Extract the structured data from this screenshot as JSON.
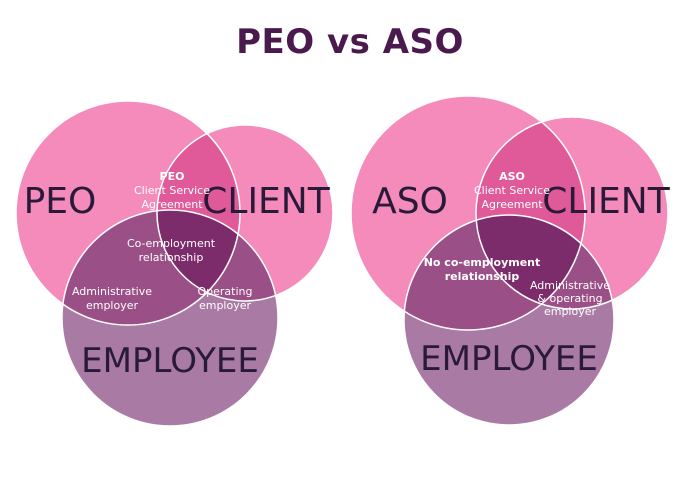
{
  "title": "PEO vs ASO",
  "colors": {
    "title": "#4a1a4e",
    "top_circle": "#f48bbb",
    "bottom_circle": "#a97aa4",
    "top_overlap": "#e05a9a",
    "side_overlap": "#9a4f86",
    "center_overlap": "#7c2c6a"
  },
  "left_diagram": {
    "left_circle_label": "PEO",
    "right_circle_label": "CLIENT",
    "bottom_circle_label": "EMPLOYEE",
    "top_overlap": [
      "PEO",
      "Client Service",
      "Agreement"
    ],
    "center_overlap": [
      "Co-employment",
      "relationship"
    ],
    "left_overlap": [
      "Administrative",
      "employer"
    ],
    "right_overlap": [
      "Operating",
      "employer"
    ]
  },
  "right_diagram": {
    "left_circle_label": "ASO",
    "right_circle_label": "CLIENT",
    "bottom_circle_label": "EMPLOYEE",
    "top_overlap": [
      "ASO",
      "Client Service",
      "Agreement"
    ],
    "center_overlap": [
      "No co-employment",
      "relationship"
    ],
    "right_overlap": [
      "Administrative",
      "& operating",
      "employer"
    ]
  }
}
